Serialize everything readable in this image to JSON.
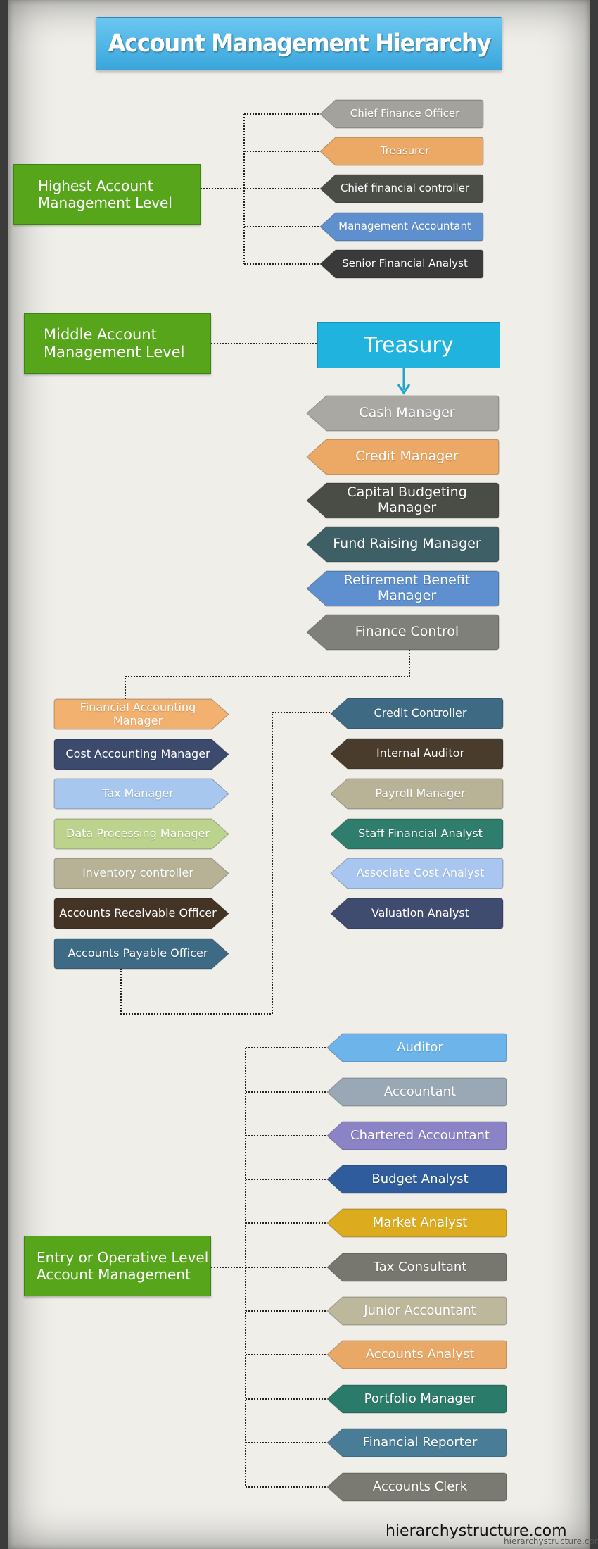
{
  "title": "Account Management Hierarchy",
  "levels": {
    "highest": "Highest Account\nManagement Level",
    "middle": "Middle Account\nManagement Level",
    "entry": "Entry or Operative Level\nAccount Management"
  },
  "treasury": "Treasury",
  "top_roles": [
    {
      "label": "Chief Finance Officer",
      "color": "#a3a29c"
    },
    {
      "label": "Treasurer",
      "color": "#eca865"
    },
    {
      "label": "Chief financial controller",
      "color": "#4b4e46"
    },
    {
      "label": "Management Accountant",
      "color": "#5e8fce"
    },
    {
      "label": "Senior Financial Analyst",
      "color": "#3a3a3a"
    }
  ],
  "treasury_roles": [
    {
      "label": "Cash Manager",
      "color": "#a9a8a3"
    },
    {
      "label": "Credit Manager",
      "color": "#eca865"
    },
    {
      "label": "Capital Budgeting Manager",
      "color": "#4a4c46"
    },
    {
      "label": "Fund Raising Manager",
      "color": "#3e5f66"
    },
    {
      "label": "Retirement Benefit Manager",
      "color": "#5e8fce"
    },
    {
      "label": "Finance Control",
      "color": "#80807a"
    }
  ],
  "finance_left": [
    {
      "label": "Financial Accounting\nManager",
      "color": "#f2b16e"
    },
    {
      "label": "Cost Accounting Manager",
      "color": "#3b4a6d"
    },
    {
      "label": "Tax Manager",
      "color": "#a8c7ee"
    },
    {
      "label": "Data Processing Manager",
      "color": "#bcd38e"
    },
    {
      "label": "Inventory controller",
      "color": "#b7b296"
    },
    {
      "label": "Accounts Receivable Officer",
      "color": "#433426"
    },
    {
      "label": "Accounts Payable Officer",
      "color": "#3d6b86"
    }
  ],
  "finance_right": [
    {
      "label": "Credit Controller",
      "color": "#3e6a84"
    },
    {
      "label": "Internal Auditor",
      "color": "#4a3c2c"
    },
    {
      "label": "Payroll Manager",
      "color": "#b8b297"
    },
    {
      "label": "Staff Financial Analyst",
      "color": "#2f7d6c"
    },
    {
      "label": "Associate Cost Analyst",
      "color": "#a8c6ef"
    },
    {
      "label": "Valuation Analyst",
      "color": "#3f4b6f"
    }
  ],
  "entry_roles": [
    {
      "label": "Auditor",
      "color": "#6db4ea"
    },
    {
      "label": "Accountant",
      "color": "#9aa7b4"
    },
    {
      "label": "Chartered Accountant",
      "color": "#8a83c6"
    },
    {
      "label": "Budget Analyst",
      "color": "#2e5c9c"
    },
    {
      "label": "Market Analyst",
      "color": "#dcac1e"
    },
    {
      "label": "Tax Consultant",
      "color": "#77776f"
    },
    {
      "label": "Junior Accountant",
      "color": "#bdb79c"
    },
    {
      "label": "Accounts Analyst",
      "color": "#eaa867"
    },
    {
      "label": "Portfolio Manager",
      "color": "#2a7b6a"
    },
    {
      "label": "Financial Reporter",
      "color": "#497d97"
    },
    {
      "label": "Accounts Clerk",
      "color": "#7a7a72"
    }
  ],
  "footer": {
    "main": "hierarchystructure.com",
    "small": "hierarchystructure.com"
  }
}
